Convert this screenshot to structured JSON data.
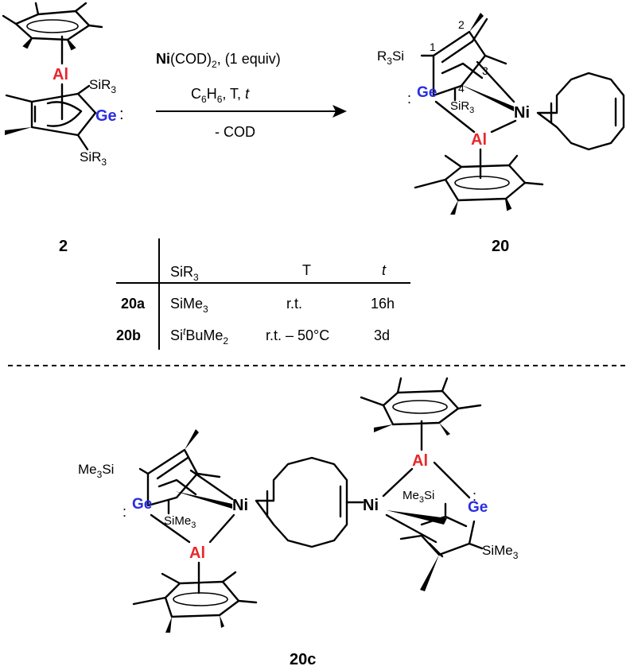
{
  "compound_2": {
    "label": "2",
    "atoms": {
      "al": "Al",
      "ge": "Ge",
      "ge_lone_pair": ":",
      "sir3_top": "SiR",
      "sir3_bottom": "SiR",
      "sub3": "3"
    }
  },
  "reaction": {
    "reagent_ni": "Ni",
    "reagent_rest": "(COD)",
    "reagent_sub2": "2",
    "reagent_equiv": ", (1 equiv)",
    "solvent_c": "C",
    "solvent_sub6": "6",
    "solvent_h": "H",
    "solvent_sub6b": "6",
    "conditions": ", T, ",
    "time_symbol": "t",
    "byproduct": "- COD"
  },
  "compound_20": {
    "label": "20",
    "atoms": {
      "r3si": "R",
      "r3si_sub": "3",
      "r3si_si": "Si",
      "ge": "Ge",
      "ni": "Ni",
      "al": "Al",
      "sir3": "SiR",
      "sir3_sub": "3"
    },
    "numbering": [
      "1",
      "2",
      "3",
      "4"
    ]
  },
  "table": {
    "headers": {
      "sir3": "SiR",
      "sir3_sub": "3",
      "t_temp": "T",
      "t_time": "t"
    },
    "rows": [
      {
        "id": "20a",
        "sir": "SiMe",
        "sir_sub": "3",
        "sir_sup": "",
        "sir_rest": "",
        "temp": "r.t.",
        "time": "16h"
      },
      {
        "id": "20b",
        "sir": "Si",
        "sir_sup": "t",
        "sir_rest": "BuMe",
        "sir_sub": "2",
        "temp": "r.t. – 50°C",
        "time": "3d"
      }
    ]
  },
  "compound_20c": {
    "label": "20c",
    "atoms": {
      "me3si_left": "Me",
      "me3si_left_sub": "3",
      "me3si_left_si": "Si",
      "ge_left": "Ge",
      "sime3_left": "SiMe",
      "sime3_left_sub": "3",
      "ni_left": "Ni",
      "al_left": "Al",
      "ni_right": "Ni",
      "al_right": "Al",
      "me3si_right": "Me",
      "me3si_right_sub": "3",
      "me3si_right_si": "Si",
      "ge_right": "Ge",
      "sime3_right": "SiMe",
      "sime3_right_sub": "3"
    }
  },
  "colors": {
    "aluminum": "#e8262a",
    "germanium": "#2a2ee0",
    "nickel": "#000000"
  }
}
